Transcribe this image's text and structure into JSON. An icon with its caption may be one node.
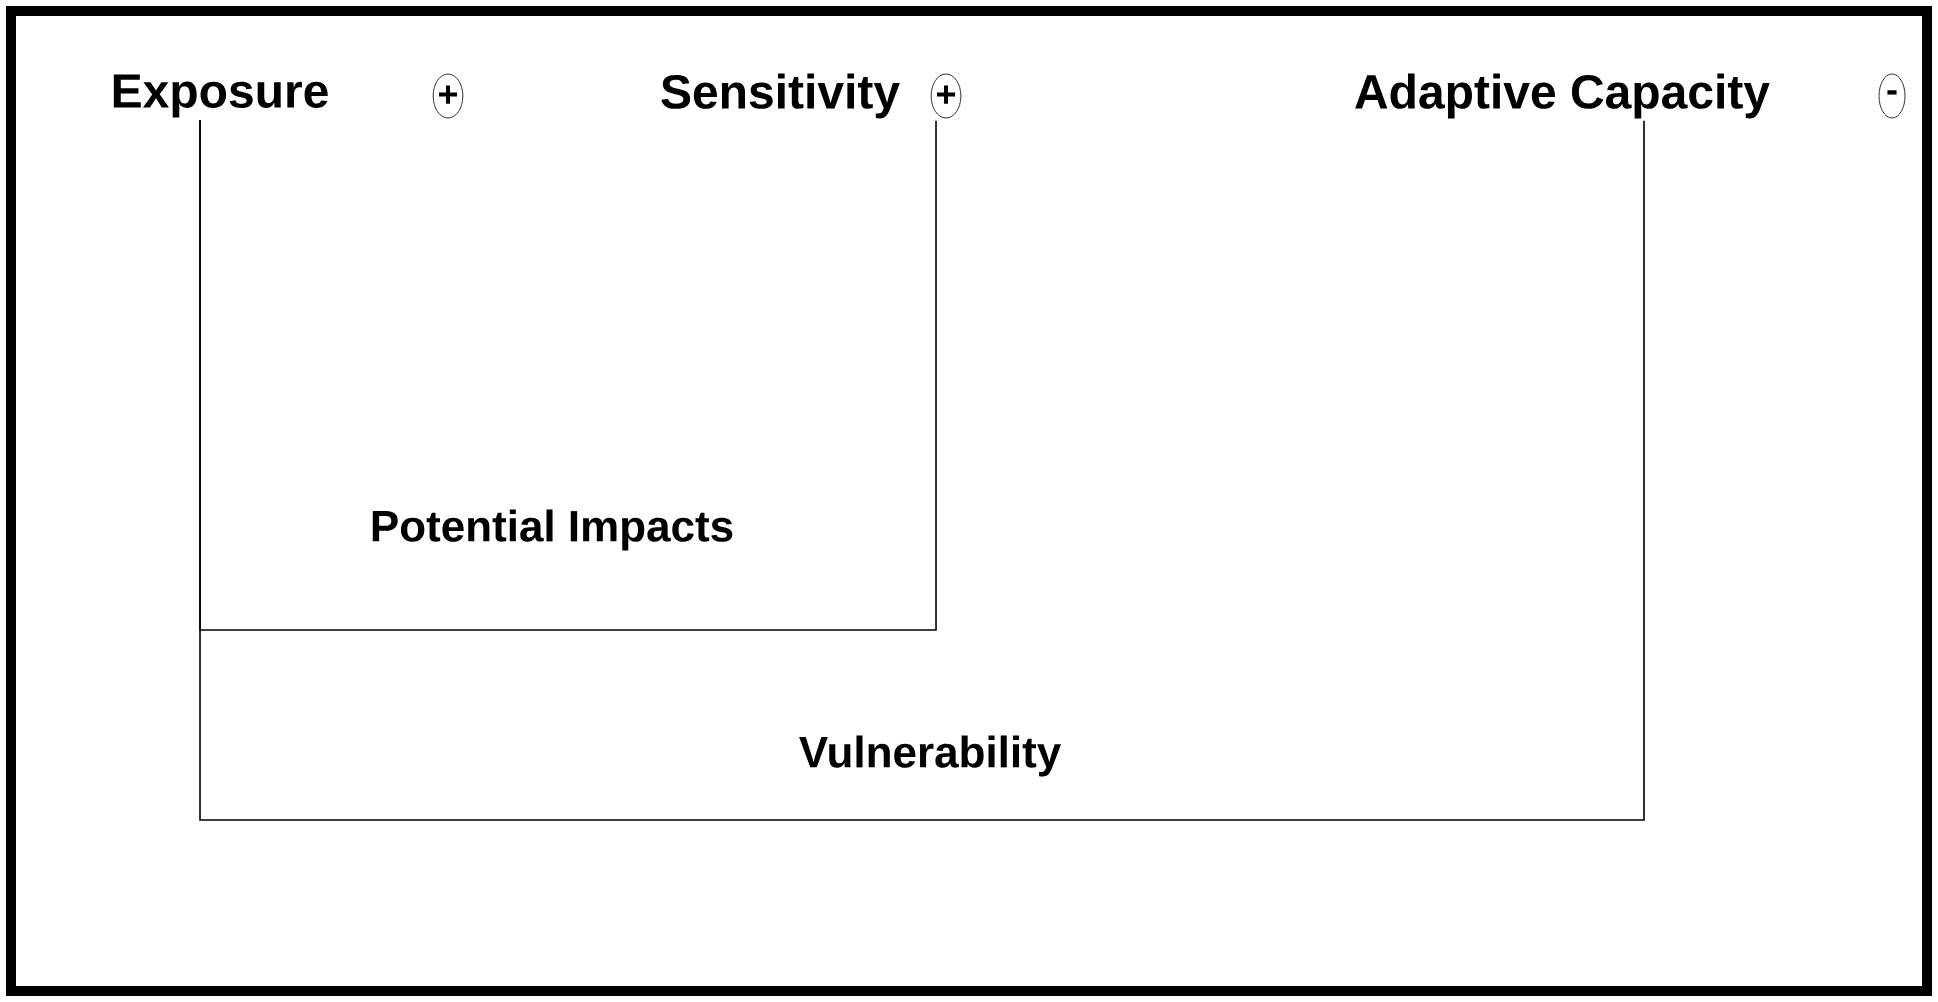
{
  "diagram": {
    "nodes": [
      {
        "text": [
          "Exposure",
          "+"
        ]
      },
      {
        "text": [
          "Sensitivity",
          "+"
        ]
      },
      {
        "text": [
          "Adaptive Capacity",
          "-"
        ]
      },
      {
        "text": [
          "Potential Impacts"
        ]
      },
      {
        "text": [
          "Vulnerability"
        ]
      }
    ],
    "edges": [
      {
        "from": 0,
        "to": 1,
        "arrow": "none"
      },
      {
        "from": 0,
        "to": 2,
        "arrow": "none"
      }
    ]
  }
}
